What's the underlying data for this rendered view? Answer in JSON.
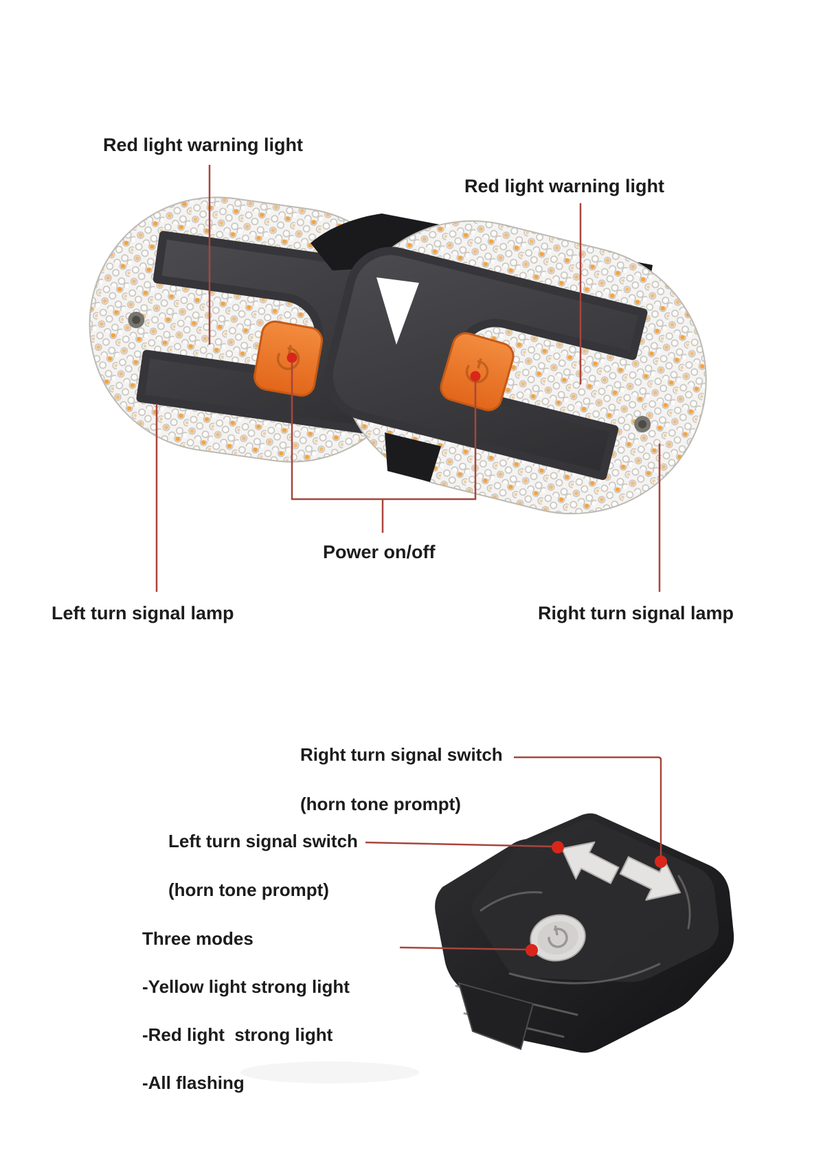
{
  "page": {
    "background": "#ffffff",
    "description_texts": {}
  },
  "colors": {
    "annotation_line_red": "#a8453c",
    "annotation_dot_red": "#d9261a",
    "button_orange": "#ec7526",
    "led_orange": "#f2a444",
    "housing_gray": "#3d3d41",
    "remote_black": "#1b1b1d",
    "text_black": "#1c1c1c"
  },
  "tail_light": {
    "labels": {
      "warning_left": "Red light warning light",
      "warning_right": "Red light warning light",
      "power": "Power on/off",
      "left_lamp": "Left turn signal lamp",
      "right_lamp": "Right turn signal lamp"
    }
  },
  "remote": {
    "labels": {
      "right_switch_line1": "Right turn signal switch",
      "right_switch_line2": "(horn tone prompt)",
      "left_switch_line1": "Left turn signal switch",
      "left_switch_line2": "(horn tone prompt)",
      "modes_line1": "Three modes",
      "modes_line2": "-Yellow light strong light",
      "modes_line3": "-Red light  strong light",
      "modes_line4": "-All flashing"
    }
  }
}
